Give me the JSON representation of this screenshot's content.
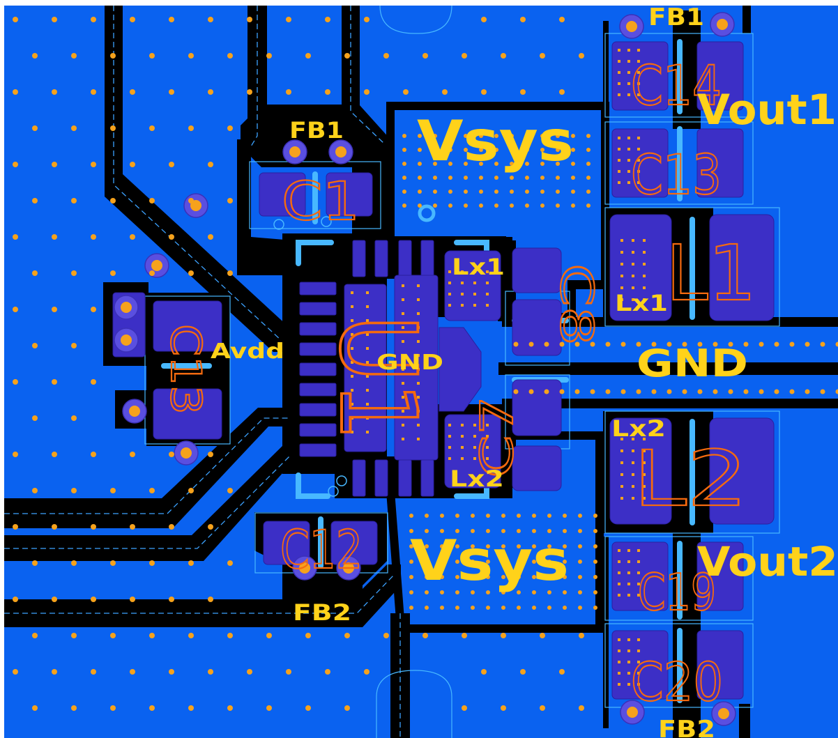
{
  "colors": {
    "copper": "#0a62f0",
    "background": "#ffffff",
    "clearance": "#000000",
    "pad": "#3c2fc6",
    "via_hole": "#f6a21c",
    "net_label": "#ffd21a",
    "refdes": "#f56a0f",
    "silkscreen": "#48b8ff"
  },
  "net_labels": {
    "fb1_top": "FB1",
    "fb1_left": "FB1",
    "vsys_top": "Vsys",
    "vout1": "Vout1",
    "lx1_left": "Lx1",
    "lx1_right": "Lx1",
    "avdd": "Avdd",
    "gnd_center": "GND",
    "gnd_right": "GND",
    "lx2_right": "Lx2",
    "lx2_left": "Lx2",
    "vsys_bottom": "Vsys",
    "vout2": "Vout2",
    "fb2_left": "FB2",
    "fb2_bottom": "FB2"
  },
  "refdes": {
    "c1": "C1",
    "c14": "C14",
    "c13_right": "C13",
    "l1": "L1",
    "c8": "C8",
    "c13_left": "C13",
    "u1": "U1",
    "c7": "C7",
    "l2": "L2",
    "c12": "C12",
    "c19": "C19",
    "c20": "C20"
  }
}
